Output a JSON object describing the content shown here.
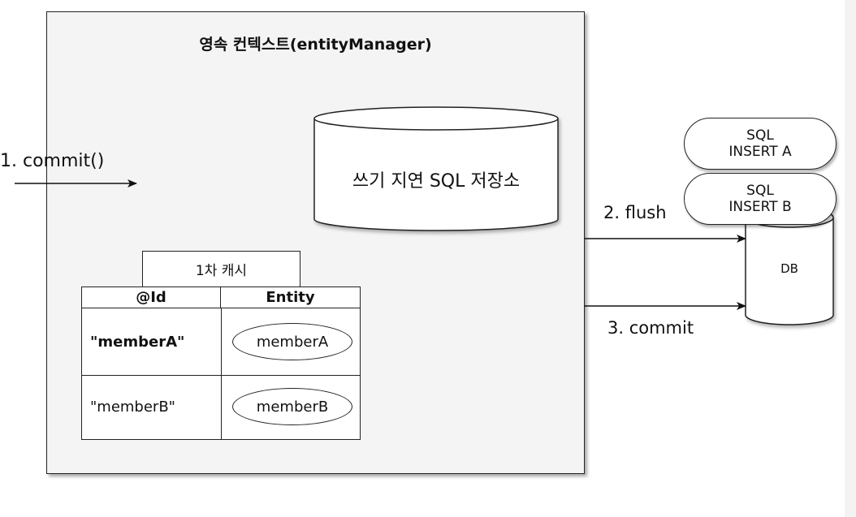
{
  "context": {
    "title": "영속 컨텍스트(entityManager)"
  },
  "sql_store": {
    "label": "쓰기 지연 SQL 저장소"
  },
  "first_level_cache": {
    "label": "1차 캐시",
    "columns": [
      "@Id",
      "Entity"
    ],
    "rows": [
      {
        "id": "\"memberA\"",
        "entity": "memberA"
      },
      {
        "id": "\"memberB\"",
        "entity": "memberB"
      }
    ]
  },
  "steps": {
    "commit_call": "1. commit()",
    "flush": "2. flush",
    "commit": "3. commit"
  },
  "queries": [
    {
      "line1": "SQL",
      "line2": "INSERT A"
    },
    {
      "line1": "SQL",
      "line2": "INSERT B"
    }
  ],
  "db": {
    "label": "DB"
  }
}
